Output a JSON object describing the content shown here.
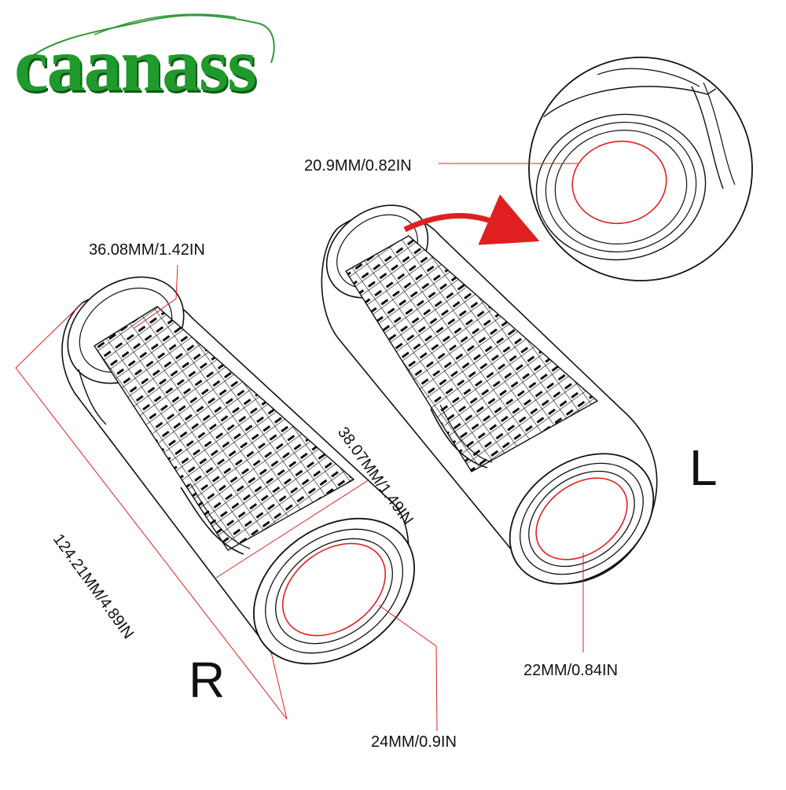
{
  "brand": {
    "name": "caanass",
    "colors": {
      "primary": "#1f9a2c",
      "shadow": "#0c5a16",
      "swoosh": "#2f9a3a"
    }
  },
  "accent_color": "#e02020",
  "line_color": "#111111",
  "dimensions": {
    "top_outer_diameter": "36.08MM/1.42IN",
    "inner_bore_detail": "20.9MM/0.82IN",
    "length": "124.21MM/4.89IN",
    "outer_diameter": "38.07MM/1.49IN",
    "right_inner_diameter": "24MM/0.9IN",
    "left_inner_diameter": "22MM/0.84IN"
  },
  "side_labels": {
    "right": "R",
    "left": "L"
  }
}
